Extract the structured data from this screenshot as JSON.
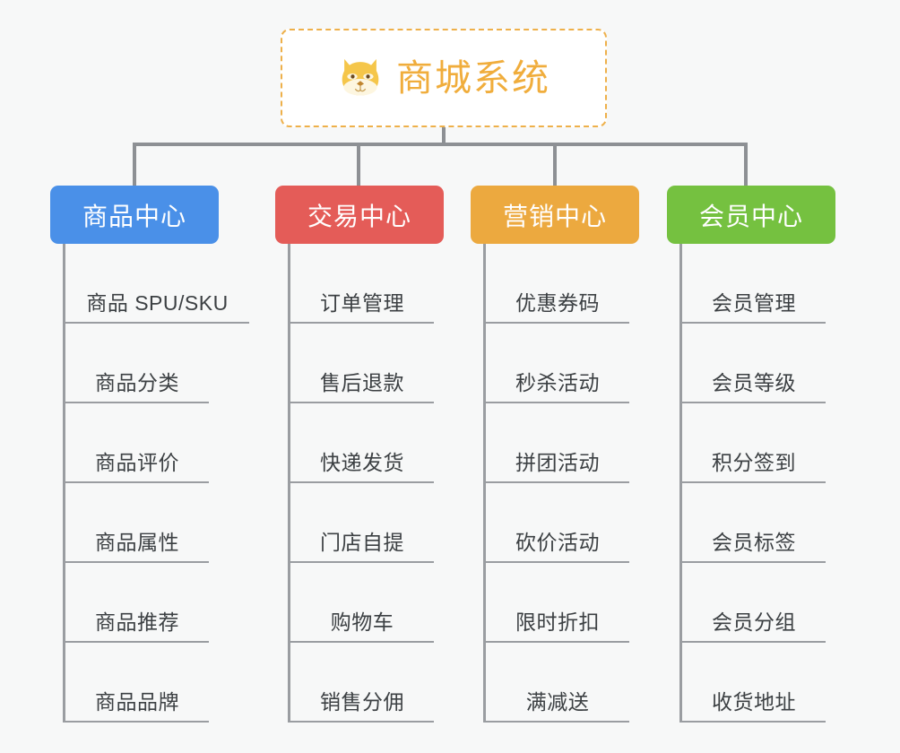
{
  "page": {
    "background_color": "#f7f8f8",
    "line_color": "#9a9da1"
  },
  "root": {
    "title": "商城系统",
    "icon": "shiba-dog-face-icon",
    "text_color": "#f0ad3c",
    "border_color": "#eeb04a",
    "background_color": "#ffffff"
  },
  "columns": [
    {
      "header": "商品中心",
      "color": "#4a90e8",
      "color_name": "blue",
      "items": [
        "商品 SPU/SKU",
        "商品分类",
        "商品评价",
        "商品属性",
        "商品推荐",
        "商品品牌"
      ]
    },
    {
      "header": "交易中心",
      "color": "#e45c58",
      "color_name": "red",
      "items": [
        "订单管理",
        "售后退款",
        "快递发货",
        "门店自提",
        "购物车",
        "销售分佣"
      ]
    },
    {
      "header": "营销中心",
      "color": "#eca93f",
      "color_name": "orange",
      "items": [
        "优惠券码",
        "秒杀活动",
        "拼团活动",
        "砍价活动",
        "限时折扣",
        "满减送"
      ]
    },
    {
      "header": "会员中心",
      "color": "#75c140",
      "color_name": "green",
      "items": [
        "会员管理",
        "会员等级",
        "积分签到",
        "会员标签",
        "会员分组",
        "收货地址"
      ]
    }
  ]
}
